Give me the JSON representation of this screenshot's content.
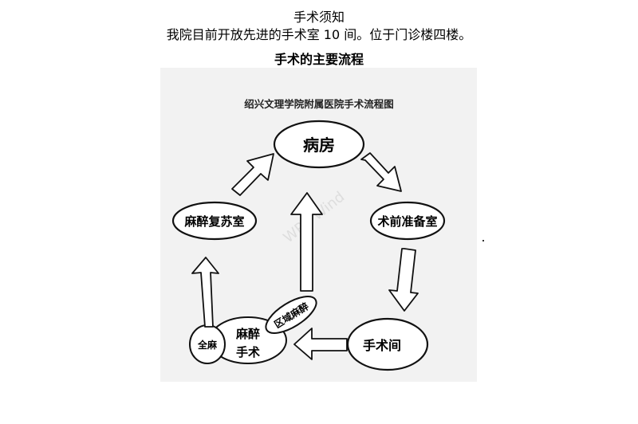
{
  "document": {
    "title": "手术须知",
    "line1": "我院目前开放先进的手术室 10 间。位于门诊楼四楼。",
    "section_heading": "手术的主要流程"
  },
  "flowchart": {
    "title": "绍兴文理学院附属医院手术流程图",
    "nodes": {
      "ward": "病房",
      "preop_room": "术前准备室",
      "operating_room": "手术间",
      "anesthesia_line1": "麻醉",
      "anesthesia_line2": "手术",
      "general_anesthesia": "全麻",
      "regional_anesthesia": "区域麻醉",
      "recovery_room": "麻醉复苏室"
    },
    "watermark": "WPS Wind"
  }
}
